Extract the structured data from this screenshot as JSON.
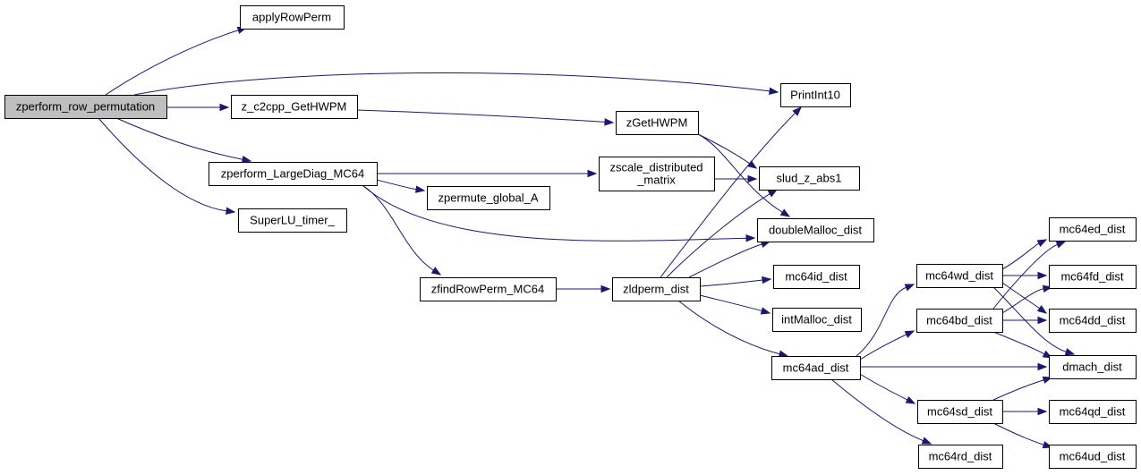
{
  "graph": {
    "edge_color": "#191970",
    "root_fill": "#bfbfbf",
    "node_fill": "#ffffff",
    "nodes": [
      {
        "id": "zperform_row_permutation",
        "label": [
          "zperform_row_permutation"
        ],
        "root": true
      },
      {
        "id": "applyRowPerm",
        "label": [
          "applyRowPerm"
        ]
      },
      {
        "id": "PrintInt10",
        "label": [
          "PrintInt10"
        ]
      },
      {
        "id": "z_c2cpp_GetHWPM",
        "label": [
          "z_c2cpp_GetHWPM"
        ]
      },
      {
        "id": "zGetHWPM",
        "label": [
          "zGetHWPM"
        ]
      },
      {
        "id": "zperform_LargeDiag_MC64",
        "label": [
          "zperform_LargeDiag_MC64"
        ]
      },
      {
        "id": "zscale_distributed_matrix",
        "label": [
          "zscale_distributed",
          "_matrix"
        ]
      },
      {
        "id": "slud_z_abs1",
        "label": [
          "slud_z_abs1"
        ]
      },
      {
        "id": "zpermute_global_A",
        "label": [
          "zpermute_global_A"
        ]
      },
      {
        "id": "SuperLU_timer_",
        "label": [
          "SuperLU_timer_"
        ]
      },
      {
        "id": "doubleMalloc_dist",
        "label": [
          "doubleMalloc_dist"
        ]
      },
      {
        "id": "zfindRowPerm_MC64",
        "label": [
          "zfindRowPerm_MC64"
        ]
      },
      {
        "id": "zldperm_dist",
        "label": [
          "zldperm_dist"
        ]
      },
      {
        "id": "mc64id_dist",
        "label": [
          "mc64id_dist"
        ]
      },
      {
        "id": "intMalloc_dist",
        "label": [
          "intMalloc_dist"
        ]
      },
      {
        "id": "mc64ad_dist",
        "label": [
          "mc64ad_dist"
        ]
      },
      {
        "id": "mc64wd_dist",
        "label": [
          "mc64wd_dist"
        ]
      },
      {
        "id": "mc64bd_dist",
        "label": [
          "mc64bd_dist"
        ]
      },
      {
        "id": "mc64sd_dist",
        "label": [
          "mc64sd_dist"
        ]
      },
      {
        "id": "mc64rd_dist",
        "label": [
          "mc64rd_dist"
        ]
      },
      {
        "id": "mc64ed_dist",
        "label": [
          "mc64ed_dist"
        ]
      },
      {
        "id": "mc64fd_dist",
        "label": [
          "mc64fd_dist"
        ]
      },
      {
        "id": "mc64dd_dist",
        "label": [
          "mc64dd_dist"
        ]
      },
      {
        "id": "dmach_dist",
        "label": [
          "dmach_dist"
        ]
      },
      {
        "id": "mc64qd_dist",
        "label": [
          "mc64qd_dist"
        ]
      },
      {
        "id": "mc64ud_dist",
        "label": [
          "mc64ud_dist"
        ]
      }
    ],
    "edges": [
      [
        "zperform_row_permutation",
        "applyRowPerm"
      ],
      [
        "zperform_row_permutation",
        "PrintInt10"
      ],
      [
        "zperform_row_permutation",
        "z_c2cpp_GetHWPM"
      ],
      [
        "zperform_row_permutation",
        "zperform_LargeDiag_MC64"
      ],
      [
        "zperform_row_permutation",
        "SuperLU_timer_"
      ],
      [
        "z_c2cpp_GetHWPM",
        "zGetHWPM"
      ],
      [
        "zGetHWPM",
        "slud_z_abs1"
      ],
      [
        "zGetHWPM",
        "doubleMalloc_dist"
      ],
      [
        "zperform_LargeDiag_MC64",
        "zscale_distributed_matrix"
      ],
      [
        "zperform_LargeDiag_MC64",
        "zpermute_global_A"
      ],
      [
        "zperform_LargeDiag_MC64",
        "doubleMalloc_dist"
      ],
      [
        "zperform_LargeDiag_MC64",
        "zfindRowPerm_MC64"
      ],
      [
        "zscale_distributed_matrix",
        "slud_z_abs1"
      ],
      [
        "zfindRowPerm_MC64",
        "zldperm_dist"
      ],
      [
        "zldperm_dist",
        "PrintInt10"
      ],
      [
        "zldperm_dist",
        "slud_z_abs1"
      ],
      [
        "zldperm_dist",
        "doubleMalloc_dist"
      ],
      [
        "zldperm_dist",
        "mc64id_dist"
      ],
      [
        "zldperm_dist",
        "intMalloc_dist"
      ],
      [
        "zldperm_dist",
        "mc64ad_dist"
      ],
      [
        "mc64ad_dist",
        "mc64wd_dist"
      ],
      [
        "mc64ad_dist",
        "mc64bd_dist"
      ],
      [
        "mc64ad_dist",
        "dmach_dist"
      ],
      [
        "mc64ad_dist",
        "mc64sd_dist"
      ],
      [
        "mc64ad_dist",
        "mc64rd_dist"
      ],
      [
        "mc64wd_dist",
        "mc64ed_dist"
      ],
      [
        "mc64wd_dist",
        "mc64fd_dist"
      ],
      [
        "mc64wd_dist",
        "mc64dd_dist"
      ],
      [
        "mc64wd_dist",
        "dmach_dist"
      ],
      [
        "mc64bd_dist",
        "mc64ed_dist"
      ],
      [
        "mc64bd_dist",
        "mc64fd_dist"
      ],
      [
        "mc64bd_dist",
        "mc64dd_dist"
      ],
      [
        "mc64bd_dist",
        "dmach_dist"
      ],
      [
        "mc64sd_dist",
        "dmach_dist"
      ],
      [
        "mc64sd_dist",
        "mc64qd_dist"
      ],
      [
        "mc64sd_dist",
        "mc64ud_dist"
      ]
    ]
  }
}
